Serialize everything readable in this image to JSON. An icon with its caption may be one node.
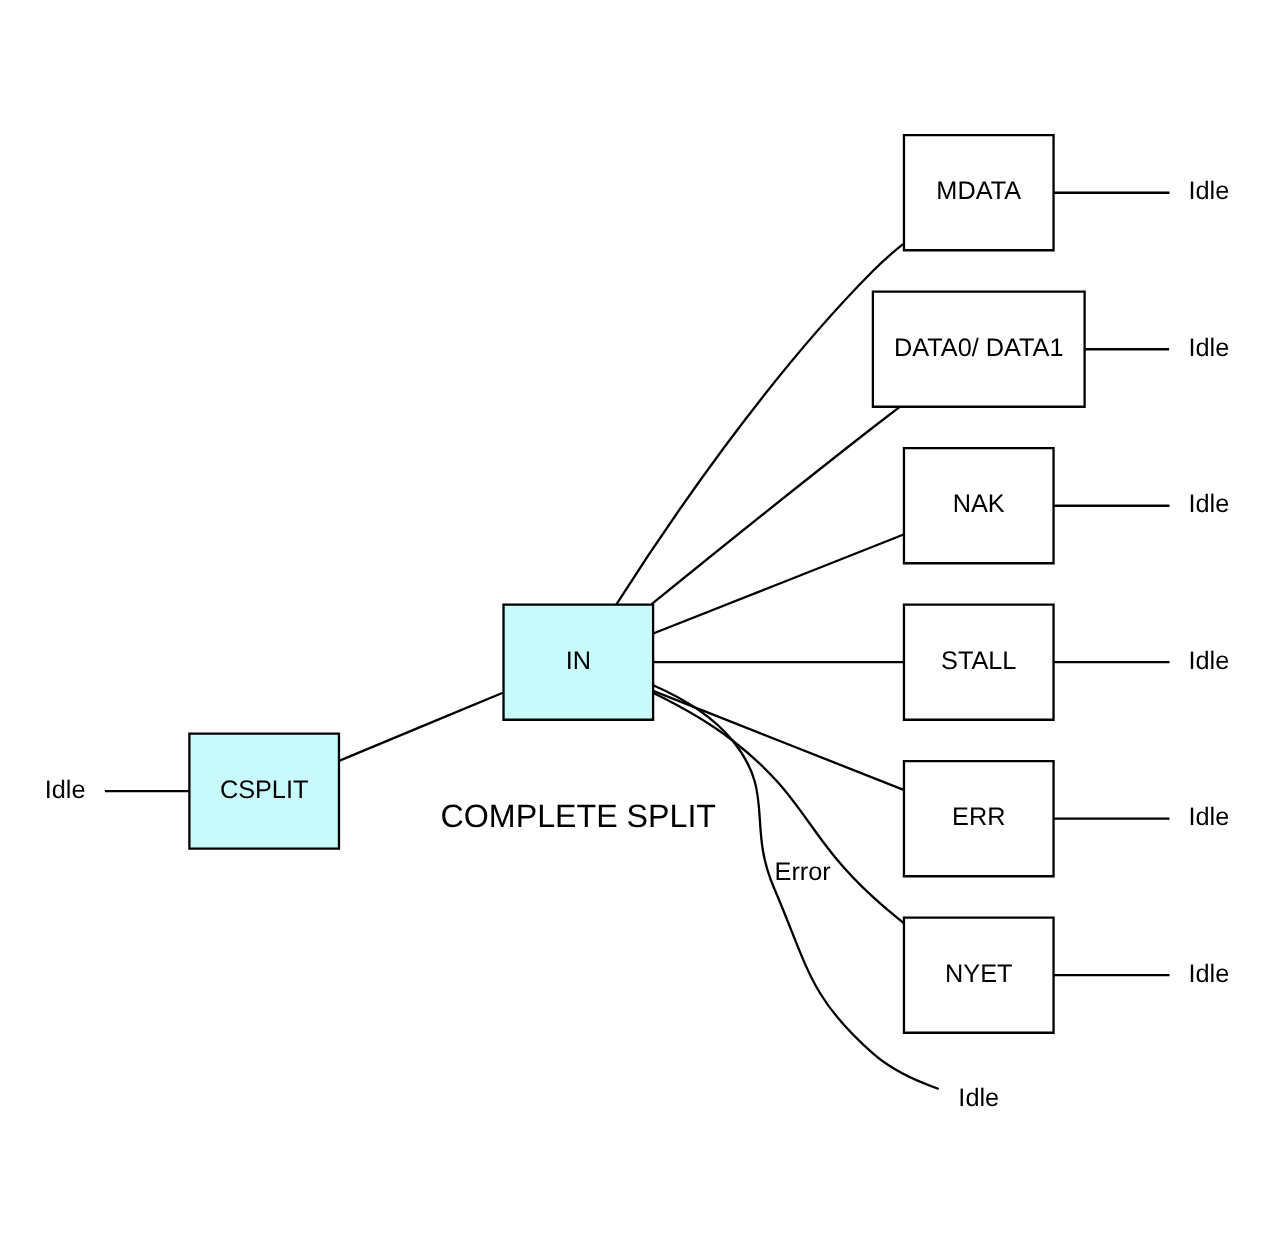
{
  "diagram": {
    "nodes": [
      {
        "text": [
          "Idle"
        ]
      },
      {
        "text": [
          "CSPLIT"
        ]
      },
      {
        "text": [
          "IN"
        ]
      },
      {
        "text": [
          "MDATA"
        ]
      },
      {
        "text": [
          "Idle"
        ]
      },
      {
        "text": [
          "DATA0/ DATA1"
        ]
      },
      {
        "text": [
          "Idle"
        ]
      },
      {
        "text": [
          "NAK"
        ]
      },
      {
        "text": [
          "Idle"
        ]
      },
      {
        "text": [
          "STALL"
        ]
      },
      {
        "text": [
          "Idle"
        ]
      },
      {
        "text": [
          "ERR"
        ]
      },
      {
        "text": [
          "Idle"
        ]
      },
      {
        "text": [
          "NYET"
        ]
      },
      {
        "text": [
          "Idle"
        ]
      },
      {
        "text": [
          "Idle"
        ]
      }
    ],
    "edges": [
      {
        "from": 0,
        "to": 1,
        "arrow": "none"
      },
      {
        "from": 1,
        "to": 2,
        "arrow": "none"
      },
      {
        "from": 2,
        "to": 3,
        "arrow": "none"
      },
      {
        "from": 3,
        "to": 4,
        "arrow": "none"
      },
      {
        "from": 2,
        "to": 5,
        "arrow": "none"
      },
      {
        "from": 5,
        "to": 6,
        "arrow": "none"
      },
      {
        "from": 2,
        "to": 7,
        "arrow": "none"
      },
      {
        "from": 7,
        "to": 8,
        "arrow": "none"
      },
      {
        "from": 2,
        "to": 9,
        "arrow": "none"
      },
      {
        "from": 9,
        "to": 10,
        "arrow": "none"
      },
      {
        "from": 2,
        "to": 11,
        "arrow": "none"
      },
      {
        "from": 11,
        "to": 12,
        "arrow": "none"
      },
      {
        "from": 2,
        "to": 13,
        "arrow": "none"
      },
      {
        "from": 13,
        "to": 14,
        "arrow": "none"
      },
      {
        "from": 2,
        "to": 15,
        "label": "Error",
        "arrow": "none"
      }
    ],
    "labels": [
      "COMPLETE SPLIT"
    ]
  }
}
